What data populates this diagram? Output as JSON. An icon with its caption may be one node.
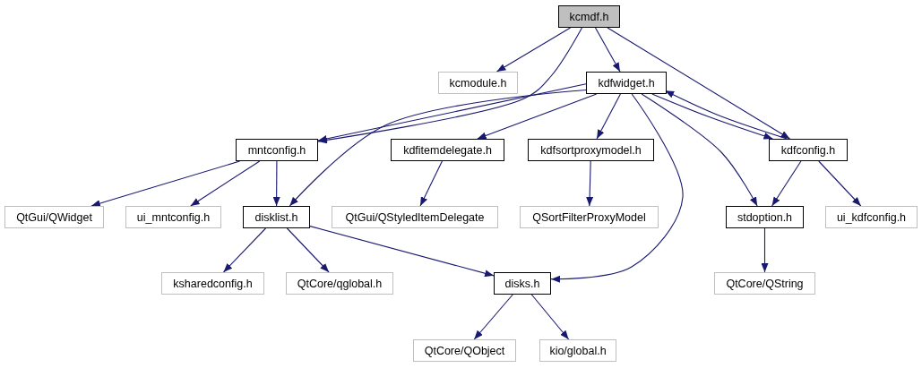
{
  "diagram": {
    "nodes": [
      {
        "text": [
          "kcmdf.h"
        ]
      },
      {
        "text": [
          "kcmodule.h"
        ]
      },
      {
        "text": [
          "kdfwidget.h"
        ]
      },
      {
        "text": [
          "mntconfig.h"
        ]
      },
      {
        "text": [
          "kdfitemdelegate.h"
        ]
      },
      {
        "text": [
          "kdfsortproxymodel.h"
        ]
      },
      {
        "text": [
          "kdfconfig.h"
        ]
      },
      {
        "text": [
          "QtGui/QWidget"
        ]
      },
      {
        "text": [
          "ui_mntconfig.h"
        ]
      },
      {
        "text": [
          "disklist.h"
        ]
      },
      {
        "text": [
          "QtGui/QStyledItemDelegate"
        ]
      },
      {
        "text": [
          "QSortFilterProxyModel"
        ]
      },
      {
        "text": [
          "stdoption.h"
        ]
      },
      {
        "text": [
          "ui_kdfconfig.h"
        ]
      },
      {
        "text": [
          "ksharedconfig.h"
        ]
      },
      {
        "text": [
          "QtCore/qglobal.h"
        ]
      },
      {
        "text": [
          "disks.h"
        ]
      },
      {
        "text": [
          "QtCore/QString"
        ]
      },
      {
        "text": [
          "QtCore/QObject"
        ]
      },
      {
        "text": [
          "kio/global.h"
        ]
      }
    ],
    "edges": [
      {
        "from": 0,
        "to": 1,
        "arrow": "to"
      },
      {
        "from": 0,
        "to": 3,
        "arrow": "to"
      },
      {
        "from": 0,
        "to": 2,
        "arrow": "to"
      },
      {
        "from": 0,
        "to": 6,
        "arrow": "to"
      },
      {
        "from": 2,
        "to": 3,
        "arrow": "to"
      },
      {
        "from": 2,
        "to": 9,
        "arrow": "to"
      },
      {
        "from": 2,
        "to": 4,
        "arrow": "to"
      },
      {
        "from": 2,
        "to": 5,
        "arrow": "to"
      },
      {
        "from": 2,
        "to": 16,
        "arrow": "to"
      },
      {
        "from": 2,
        "to": 12,
        "arrow": "to"
      },
      {
        "from": 2,
        "to": 6,
        "arrow": "to"
      },
      {
        "from": 6,
        "to": 2,
        "arrow": "to"
      },
      {
        "from": 3,
        "to": 7,
        "arrow": "to"
      },
      {
        "from": 3,
        "to": 8,
        "arrow": "to"
      },
      {
        "from": 3,
        "to": 9,
        "arrow": "to"
      },
      {
        "from": 4,
        "to": 10,
        "arrow": "to"
      },
      {
        "from": 5,
        "to": 11,
        "arrow": "to"
      },
      {
        "from": 6,
        "to": 12,
        "arrow": "to"
      },
      {
        "from": 6,
        "to": 13,
        "arrow": "to"
      },
      {
        "from": 9,
        "to": 14,
        "arrow": "to"
      },
      {
        "from": 9,
        "to": 15,
        "arrow": "to"
      },
      {
        "from": 9,
        "to": 16,
        "arrow": "to"
      },
      {
        "from": 12,
        "to": 17,
        "arrow": "to"
      },
      {
        "from": 16,
        "to": 18,
        "arrow": "to"
      },
      {
        "from": 16,
        "to": 19,
        "arrow": "to"
      }
    ]
  }
}
